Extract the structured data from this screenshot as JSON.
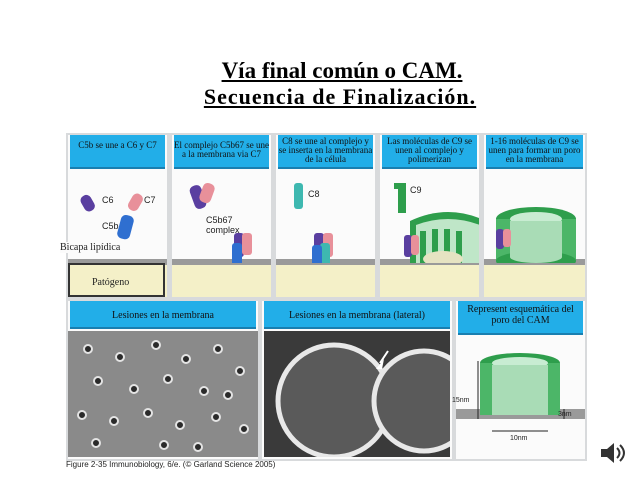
{
  "title": {
    "line1": "Vía final común o CAM.",
    "line2": "Secuencia de Finalización."
  },
  "steps": [
    {
      "header": "C5b se une a C6 y C7"
    },
    {
      "header": "El complejo C5b67 se une a la membrana via C7"
    },
    {
      "header": "C8 se une al complejo y se inserta en la membrana de la célula"
    },
    {
      "header": "Las moléculas de C9 se unen al complejo y polimerizan"
    },
    {
      "header": "1-16 moléculas de C9 se unen para formar un poro en la membrana"
    }
  ],
  "labels": {
    "c6": "C6",
    "c7": "C7",
    "c5b": "C5b",
    "c5b67": "C5b67",
    "complex": "complex",
    "c8": "C8",
    "c9": "C9",
    "bilayer": "Bicapa lipídica",
    "pathogen": "Patógeno"
  },
  "bottom": {
    "lesions": "Lesiones en la membrana",
    "lesions_side": "Lesiones en la membrana (lateral)",
    "schematic": "Represent esquemática del poro del CAM",
    "dim_15": "15nm",
    "dim_3": "3nm",
    "dim_10": "10nm"
  },
  "caption": "Figure 2-35 Immunobiology, 6/e. (© Garland Science 2005)",
  "colors": {
    "header": "#22aee8",
    "c5b": "#2f6fd0",
    "c6": "#5a3fa0",
    "c7": "#e8909a",
    "c8": "#3eb8b0",
    "c9": "#2e9e4c",
    "membrane": "#f4f0c8"
  },
  "icons": {
    "speaker": "speaker-icon"
  }
}
